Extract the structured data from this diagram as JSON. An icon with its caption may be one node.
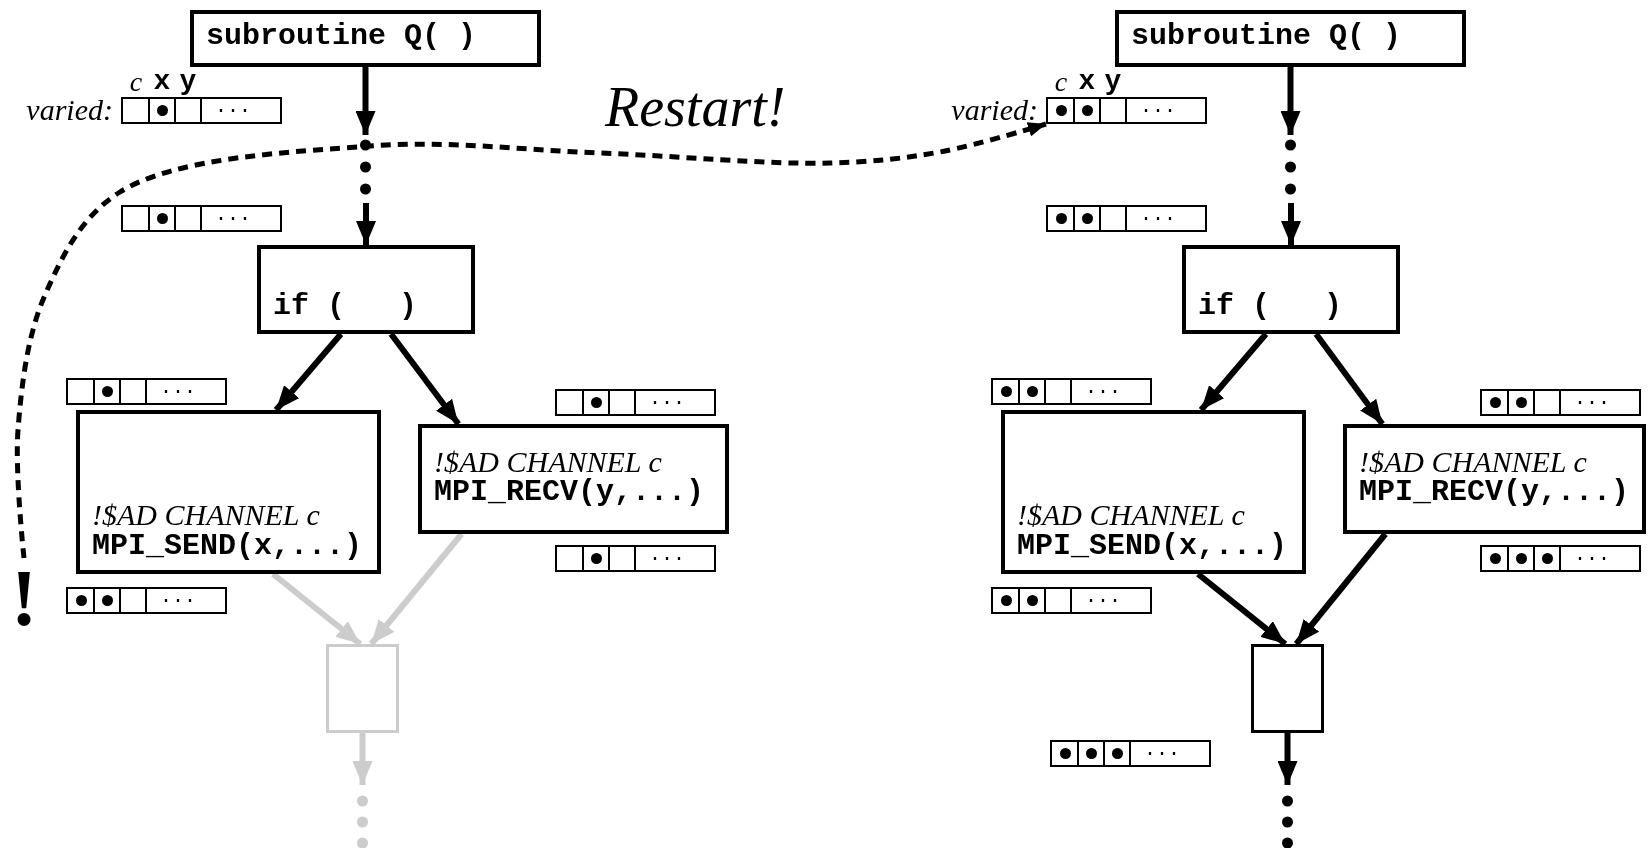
{
  "diagram": {
    "nodes": [
      {
        "text": [
          "subroutine Q( )"
        ]
      },
      {
        "text": [
          "..."
        ],
        "beside": [
          "varied:",
          "c",
          "x",
          "y"
        ]
      },
      {
        "text": [],
        "shape": "circle",
        "in": 1
      },
      {
        "text": [
          "..."
        ]
      },
      {
        "text": [],
        "shape": "circle",
        "in": 3
      },
      {
        "text": [
          "if (   )"
        ]
      },
      {
        "text": [
          "..."
        ]
      },
      {
        "text": [],
        "shape": "circle",
        "in": 6
      },
      {
        "text": [
          "..."
        ]
      },
      {
        "text": [],
        "shape": "circle",
        "in": 8
      },
      {
        "text": [
          "!$AD CHANNEL c",
          "MPI_SEND(x,...)"
        ]
      },
      {
        "text": [
          "!$AD CHANNEL c",
          "MPI_RECV(y,...)"
        ]
      },
      {
        "text": [
          "..."
        ]
      },
      {
        "text": [],
        "shape": "circle",
        "in": 12
      },
      {
        "text": [
          "!"
        ]
      },
      {
        "text": [
          "..."
        ]
      },
      {
        "text": [],
        "shape": "circle",
        "in": 15
      },
      {
        "text": [],
        "shape": "circle",
        "in": 15
      },
      {
        "text": [],
        "shape": "box"
      },
      {
        "text": [
          "subroutine Q( )"
        ]
      },
      {
        "text": [
          "..."
        ],
        "beside": [
          "varied:",
          "c",
          "x",
          "y"
        ]
      },
      {
        "text": [],
        "shape": "circle",
        "in": 20
      },
      {
        "text": [],
        "shape": "circle",
        "in": 20
      },
      {
        "text": [
          "..."
        ]
      },
      {
        "text": [],
        "shape": "circle",
        "in": 23
      },
      {
        "text": [],
        "shape": "circle",
        "in": 23
      },
      {
        "text": [
          "if (   )"
        ]
      },
      {
        "text": [
          "..."
        ]
      },
      {
        "text": [],
        "shape": "circle",
        "in": 27
      },
      {
        "text": [],
        "shape": "circle",
        "in": 27
      },
      {
        "text": [
          "..."
        ]
      },
      {
        "text": [],
        "shape": "circle",
        "in": 30
      },
      {
        "text": [],
        "shape": "circle",
        "in": 30
      },
      {
        "text": [
          "!$AD CHANNEL c",
          "MPI_SEND(x,...)"
        ]
      },
      {
        "text": [
          "!$AD CHANNEL c",
          "MPI_RECV(y,...)"
        ]
      },
      {
        "text": [
          "..."
        ]
      },
      {
        "text": [],
        "shape": "circle",
        "in": 35
      },
      {
        "text": [],
        "shape": "circle",
        "in": 35
      },
      {
        "text": [],
        "shape": "circle",
        "in": 35
      },
      {
        "text": [
          "..."
        ]
      },
      {
        "text": [],
        "shape": "circle",
        "in": 39
      },
      {
        "text": [],
        "shape": "circle",
        "in": 39
      },
      {
        "text": [],
        "shape": "box"
      },
      {
        "text": [
          "..."
        ]
      },
      {
        "text": [],
        "shape": "circle",
        "in": 43
      },
      {
        "text": [],
        "shape": "circle",
        "in": 43
      },
      {
        "text": [],
        "shape": "circle",
        "in": 43
      }
    ],
    "edges": [
      {
        "from": 0,
        "to": null,
        "arrow": "to"
      },
      {
        "from": null,
        "to": 5,
        "arrow": "to"
      },
      {
        "from": 5,
        "to": 10,
        "arrow": "to"
      },
      {
        "from": 5,
        "to": 11,
        "arrow": "to"
      },
      {
        "from": 10,
        "to": 18,
        "arrow": "to",
        "color": "#cccccc"
      },
      {
        "from": 11,
        "to": 18,
        "arrow": "to",
        "color": "#cccccc"
      },
      {
        "from": 18,
        "to": null,
        "arrow": "to",
        "color": "#cccccc"
      },
      {
        "from": 19,
        "to": null,
        "arrow": "to"
      },
      {
        "from": null,
        "to": 26,
        "arrow": "to"
      },
      {
        "from": 26,
        "to": 33,
        "arrow": "to"
      },
      {
        "from": 26,
        "to": 34,
        "arrow": "to"
      },
      {
        "from": 33,
        "to": 42,
        "arrow": "to"
      },
      {
        "from": 34,
        "to": 42,
        "arrow": "to"
      },
      {
        "from": 42,
        "to": null,
        "arrow": "to"
      },
      {
        "from": 14,
        "to": 20,
        "arrow": "to",
        "style": "dashed",
        "label": "Restart!"
      }
    ]
  }
}
